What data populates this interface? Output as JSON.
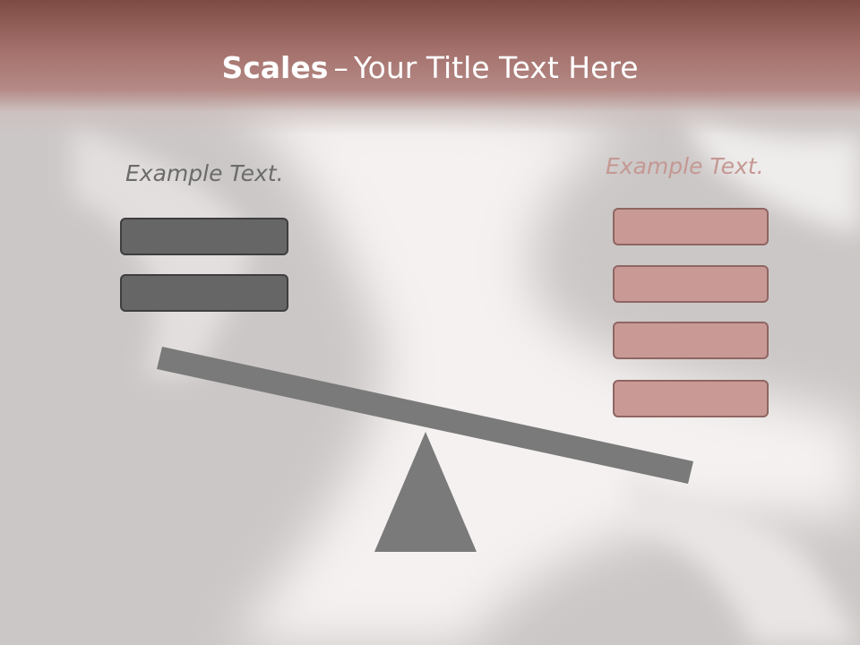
{
  "slide": {
    "title_bold": "Scales",
    "title_separator": "–",
    "title_rest": "Your Title Text Here"
  },
  "left_side": {
    "label": "Example Text.",
    "box_count": 2,
    "color": "#666666"
  },
  "right_side": {
    "label": "Example Text.",
    "box_count": 4,
    "color": "#c99a95"
  },
  "colors": {
    "header": "#7d4a44",
    "beam": "#7a7a7a",
    "fulcrum": "#7a7a7a"
  },
  "icons": {
    "beam": "seesaw-beam",
    "fulcrum": "triangle-fulcrum"
  }
}
